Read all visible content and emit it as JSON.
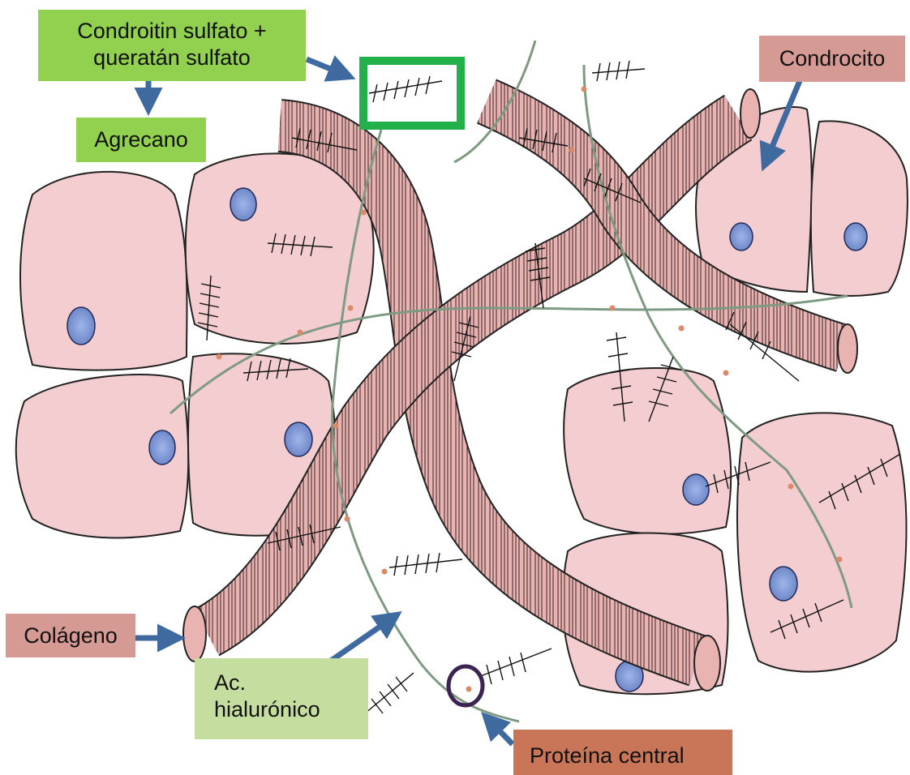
{
  "labels": {
    "condroitin_line1": "Condroitin sulfato +",
    "condroitin_line2": "queratán sulfato",
    "agrecano": "Agrecano",
    "condrocito": "Condrocito",
    "colageno": "Colágeno",
    "hialuronico_line1": "Ac.",
    "hialuronico_line2": "hialurónico",
    "proteina": "Proteína central"
  },
  "colors": {
    "label_green": "#92d050",
    "label_light_green": "#c5dd9f",
    "label_rose": "#d69a95",
    "label_rust": "#c97558",
    "arrow_blue": "#3f6aa0",
    "highlight_green": "#22b04a",
    "highlight_purple": "#3b2450",
    "cell_fill": "#f4cdd0",
    "nucleus_fill": "#7f9ad8",
    "collagen_fill": "#e8b3b0",
    "hyaluronic_strand": "#7f9a82"
  }
}
